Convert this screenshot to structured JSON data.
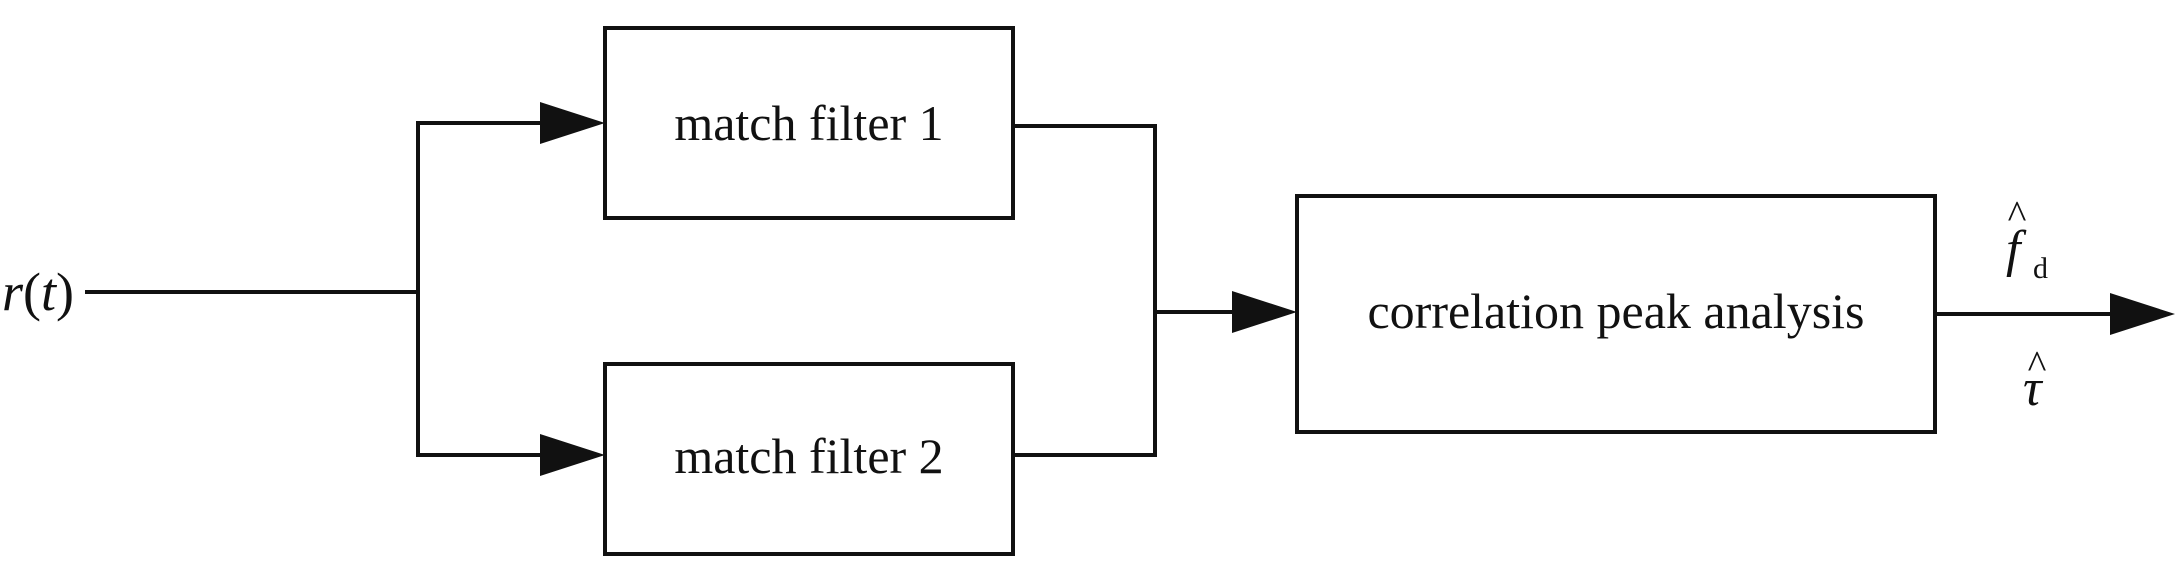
{
  "input": {
    "func": "r",
    "paren_open": "(",
    "arg": "t",
    "paren_close": ")"
  },
  "blocks": {
    "match_filter_1": "match filter 1",
    "match_filter_2": "match filter 2",
    "correlation": "correlation peak analysis"
  },
  "outputs": {
    "doppler": {
      "symbol": "f",
      "subscript": "d",
      "hat": "^"
    },
    "delay": {
      "symbol": "τ",
      "hat": "^"
    }
  }
}
